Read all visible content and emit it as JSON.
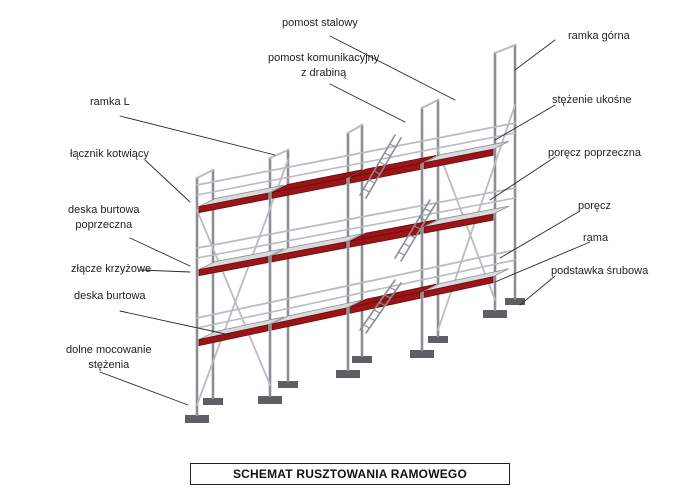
{
  "title": "SCHEMAT RUSZTOWANIA RAMOWEGO",
  "labels": {
    "pomost_stalowy": "pomost stalowy",
    "pomost_komunikacyjny_1": "pomost komunikacyjny",
    "pomost_komunikacyjny_2": "z drabiną",
    "ramka_gorna": "ramka górna",
    "ramka_l": "ramka L",
    "stezenie_ukosne": "stężenie ukośne",
    "lacznik_kotwiacy": "łącznik kotwiący",
    "porecz_poprzeczna": "poręcz poprzeczna",
    "deska_burtowa_poprzeczna_1": "deska burtowa",
    "deska_burtowa_poprzeczna_2": "poprzeczna",
    "porecz": "poręcz",
    "rama": "rama",
    "zlacze_krzyzowe": "złącze krzyżowe",
    "podstawka_srubowa": "podstawka śrubowa",
    "deska_burtowa": "deska burtowa",
    "dolne_mocowanie_1": "dolne mocowanie",
    "dolne_mocowanie_2": "stężenia"
  },
  "colors": {
    "deck_red": "#9b1416",
    "deck_red_dark": "#6d0c0e",
    "steel": "#b9bcc0",
    "steel_dark": "#8b8f94",
    "base_plate": "#5d5f62",
    "leader": "#2b2b2b"
  }
}
